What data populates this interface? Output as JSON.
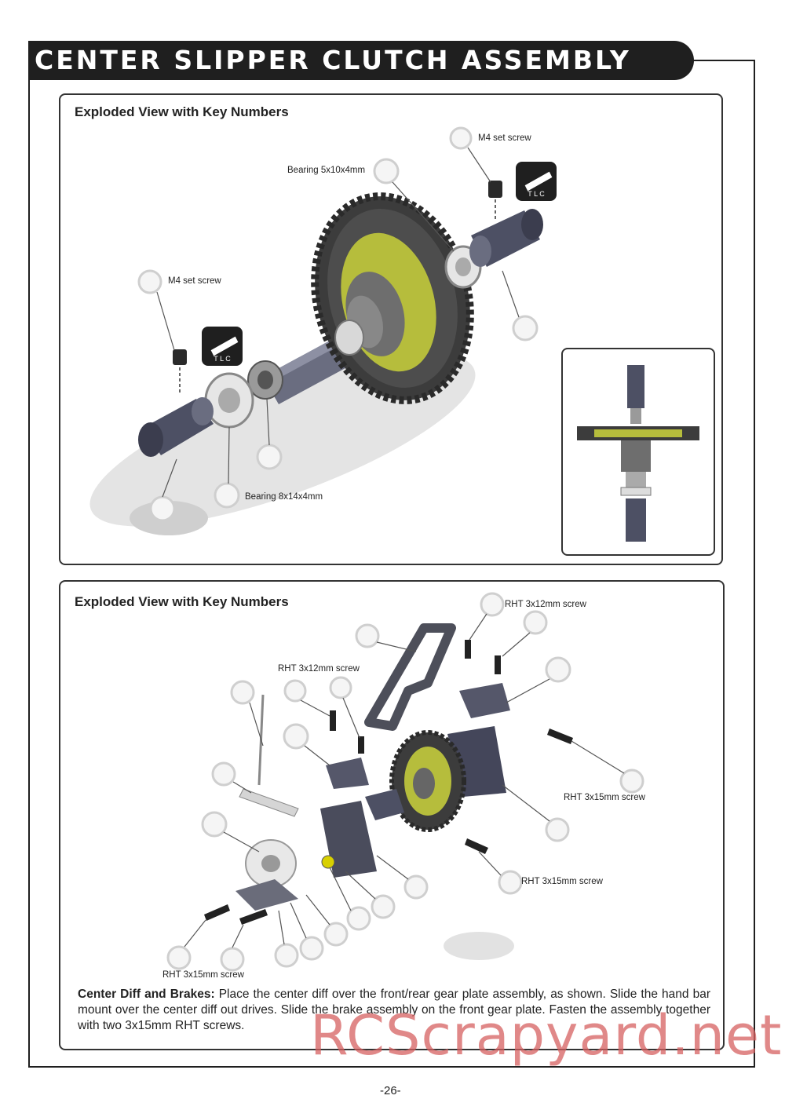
{
  "title": "CENTER SLIPPER CLUTCH ASSEMBLY",
  "panel1": {
    "heading": "Exploded View with Key Numbers",
    "labels": {
      "m4_top": "M4 set screw",
      "bearing_5x10": "Bearing 5x10x4mm",
      "m4_left": "M4 set screw",
      "bearing_8x14": "Bearing 8x14x4mm"
    },
    "tlc_badge": "T L C"
  },
  "panel2": {
    "heading": "Exploded View with Key Numbers",
    "labels": {
      "rht_3x12_top": "RHT 3x12mm screw",
      "rht_3x12_left": "RHT 3x12mm screw",
      "rht_3x15_right": "RHT 3x15mm screw",
      "rht_3x15_mid": "RHT 3x15mm screw",
      "rht_3x15_bottom": "RHT 3x15mm screw"
    },
    "instruction_title": "Center Diff and Brakes:",
    "instruction_body": " Place the center diff over the front/rear gear plate assembly, as shown. Slide the hand bar mount over the center diff out drives. Slide the brake assembly on the front gear plate. Fasten the assembly together with two 3x15mm RHT screws."
  },
  "watermark": "RCScrapyard.net",
  "page_number": "-26-",
  "colors": {
    "dark": "#1f1f1f",
    "gear": "#4a4a4a",
    "gear_yellow": "#b6bd3c",
    "part": "#5a5d6e",
    "watermark": "#d66060"
  }
}
